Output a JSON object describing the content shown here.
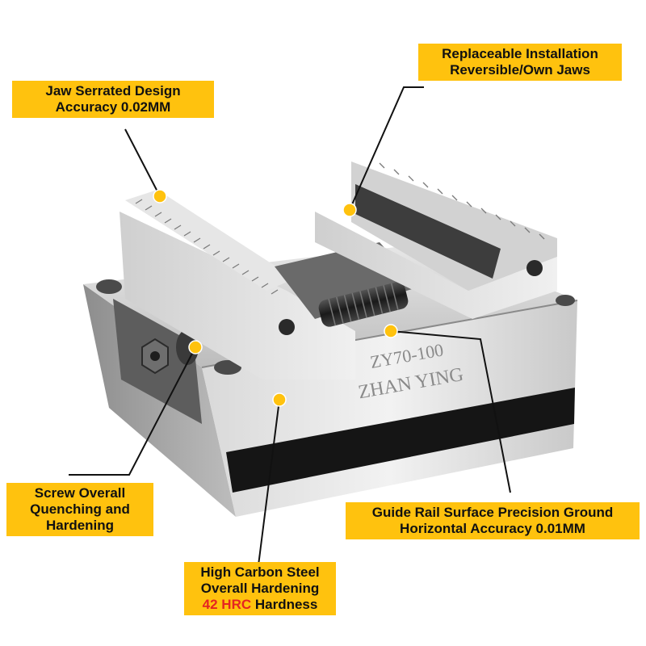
{
  "product": {
    "model_text": "ZY70-100",
    "brand_text": "ZHAN YING"
  },
  "callouts": {
    "jaw": {
      "line1": "Jaw Serrated Design",
      "line2": "Accuracy 0.02MM"
    },
    "replaceable": {
      "line1": "Replaceable Installation",
      "line2": "Reversible/Own Jaws"
    },
    "screw": {
      "line1": "Screw Overall",
      "line2": "Quenching and",
      "line3": "Hardening"
    },
    "guide": {
      "line1": "Guide Rail Surface Precision Ground",
      "line2": "Horizontal Accuracy 0.01MM"
    },
    "steel": {
      "line1": "High Carbon Steel",
      "line2": "Overall Hardening",
      "line3_highlight": "42 HRC",
      "line3_rest": " Hardness"
    }
  },
  "colors": {
    "callout_bg": "#ffc20e",
    "highlight_red": "#e52421",
    "dot": "#ffc20e",
    "leader_line": "#111111"
  }
}
